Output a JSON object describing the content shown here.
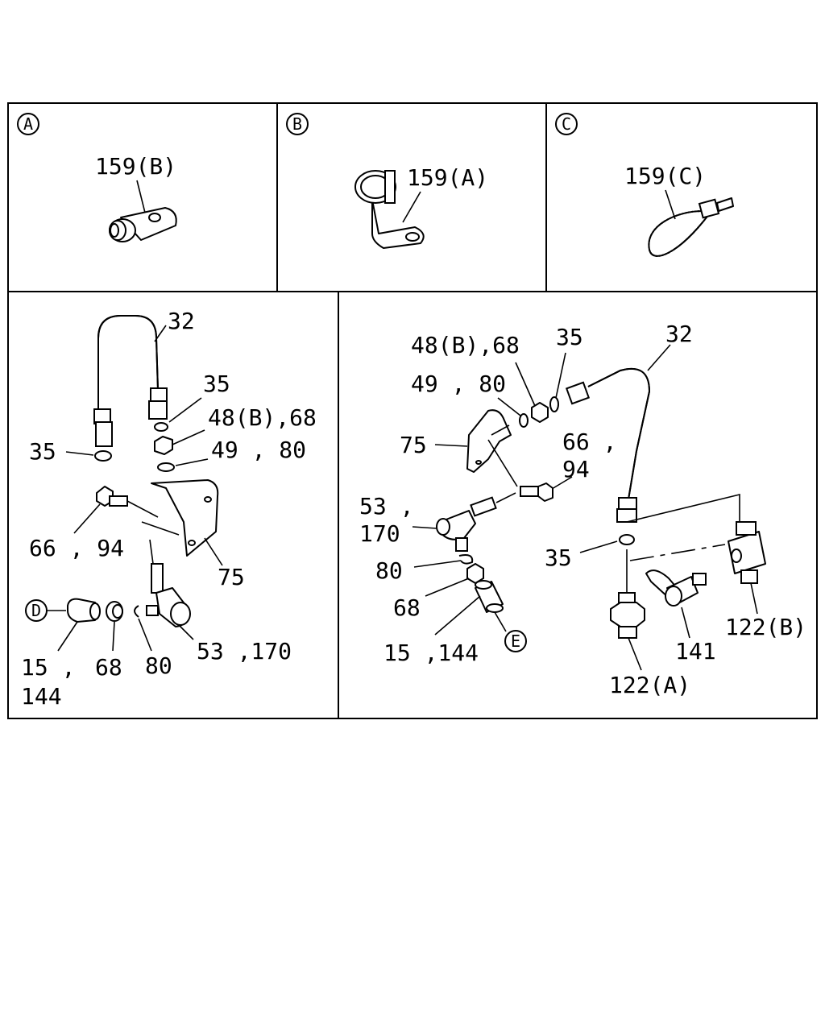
{
  "panels": {
    "A": {
      "marker": "A",
      "label": "159(B)"
    },
    "B": {
      "marker": "B",
      "label": "159(A)"
    },
    "C": {
      "marker": "C",
      "label": "159(C)"
    }
  },
  "left": {
    "l32": "32",
    "l35a": "35",
    "l35b": "35",
    "l48": "48(B),68",
    "l49": "49 , 80",
    "l66": "66 , 94",
    "l75": "75",
    "connD": "D",
    "l15a": "15 ,",
    "l15b": "144",
    "l68": "68",
    "l80": "80",
    "l53": "53 ,170"
  },
  "right": {
    "l48": "48(B),68",
    "l35a": "35",
    "l32": "32",
    "l49": "49 , 80",
    "l75": "75",
    "l66a": "66 ,",
    "l66b": "94",
    "l53a": "53 ,",
    "l53b": "170",
    "l35b": "35",
    "l80": "80",
    "l68": "68",
    "l15": "15 ,144",
    "connE": "E",
    "l122b": "122(B)",
    "l141": "141",
    "l122a": "122(A)"
  }
}
